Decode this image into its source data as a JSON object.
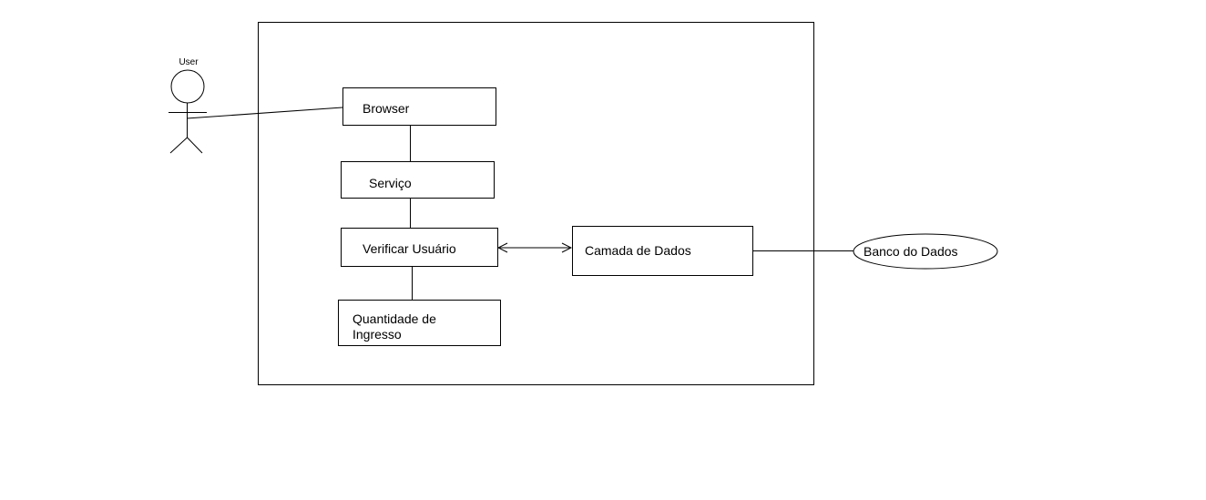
{
  "diagram": {
    "actor": {
      "label": "User"
    },
    "nodes": {
      "browser": "Browser",
      "servico": "Serviço",
      "verificar": "Verificar Usuário",
      "quantidade_line1": "Quantidade de",
      "quantidade_line2": "Ingresso",
      "camada": "Camada de Dados",
      "banco": "Banco do Dados"
    },
    "colors": {
      "stroke": "#000000",
      "background": "#ffffff"
    }
  }
}
